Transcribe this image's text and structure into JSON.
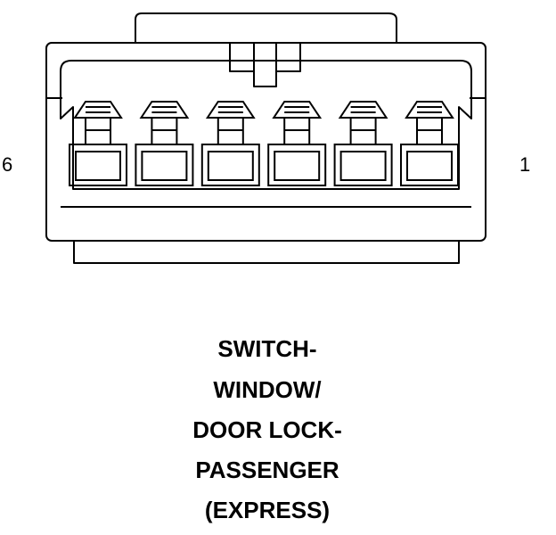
{
  "connector": {
    "pin_left_label": "6",
    "pin_right_label": "1",
    "cavity_count": 6
  },
  "caption": {
    "lines": [
      "SWITCH-",
      "WINDOW/",
      "DOOR LOCK-",
      "PASSENGER",
      "(EXPRESS)"
    ]
  },
  "colors": {
    "stroke": "#000000",
    "background": "#ffffff"
  }
}
